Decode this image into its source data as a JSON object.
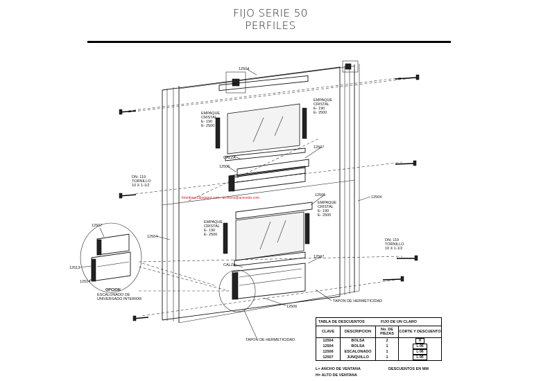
{
  "title": {
    "line1": "FIJO SERIE 50",
    "line2": "PERFILES"
  },
  "labels": {
    "p12504_top": "12504",
    "p12504_right": "12504",
    "p12504_left": "12504",
    "p12507_top": "12507",
    "p12506": "12506",
    "p12505": "12505",
    "p12507_bottom": "12507",
    "p12506_bottom": "12506",
    "p12507_detail": "12507",
    "p12513_detail": "12513",
    "p12514_detail": "12514",
    "calza_top": "CALZA",
    "calza_bottom": "CALZA",
    "empaque_top_left": [
      "EMPAQUE",
      "CRISTAL",
      "E- 190",
      "E- 2500"
    ],
    "empaque_top_right": [
      "EMPAQUE",
      "CRISTAL",
      "E- 190",
      "E- 2500"
    ],
    "empaque_mid_right": [
      "EMPAQUE",
      "CRISTAL",
      "E- 190",
      "E- 2500"
    ],
    "empaque_bottom_left": [
      "EMPAQUE",
      "CRISTAL",
      "E- 190",
      "E- 2500"
    ],
    "tornillo_left": [
      "DN- 119",
      "TORNILLO",
      "10 X 1-1/2"
    ],
    "tornillo_right": [
      "DN- 119",
      "TORNILLO",
      "10 X 1-1/2"
    ],
    "opcion": "OPCION",
    "opcion_desc": [
      "ESCALONADO DE",
      "UNIVERSADO INTERIOR"
    ],
    "tapon_right": "TAPON DE HERMETICIDAD",
    "tapon_bottom": "TAPON DE HERMETICIDAD",
    "watermark": "Ilmediasrd.blogspot.com  -  archivos@acevedo.com"
  },
  "table": {
    "title": "TABLA DE DESCUENTOS",
    "subtitle": "FIJO DE UN CLARO",
    "columns": [
      "CLAVE",
      "DESCRIPCION",
      "No. DE PIEZAS",
      "CORTE Y DESCUENTO"
    ],
    "rows": [
      {
        "clave": "12504",
        "descripcion": "BOLSA",
        "piezas": "2",
        "corte": "H"
      },
      {
        "clave": "12504",
        "descripcion": "BOLSA",
        "piezas": "1",
        "corte": "L-96"
      },
      {
        "clave": "12506",
        "descripcion": "ESCALONADO",
        "piezas": "1",
        "corte": "L-96"
      },
      {
        "clave": "12507",
        "descripcion": "JUNQUILLO",
        "piezas": "1",
        "corte": "L-95"
      }
    ],
    "note_left": [
      "L= ANCHO DE VENTANA",
      "H= ALTO DE VENTANA"
    ],
    "note_right": "DESCUENTOS EN MM"
  }
}
